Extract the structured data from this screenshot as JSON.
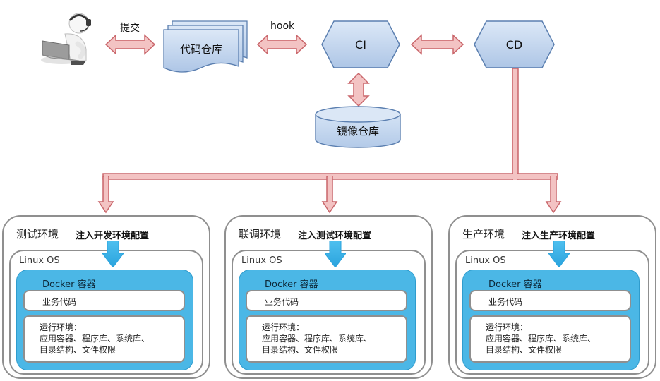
{
  "flow": {
    "commit_label": "提交",
    "hook_label": "hook",
    "code_repo": "代码仓库",
    "ci": "CI",
    "cd": "CD",
    "image_repo": "镜像仓库"
  },
  "environments": [
    {
      "title": "测试环境",
      "config": "注入开发环境配置",
      "os": "Linux OS",
      "docker": "Docker 容器",
      "business": "业务代码",
      "runtime": [
        "运行环境：",
        "应用容器、程序库、系统库、",
        "目录结构、文件权限"
      ]
    },
    {
      "title": "联调环境",
      "config": "注入测试环境配置",
      "os": "Linux OS",
      "docker": "Docker 容器",
      "business": "业务代码",
      "runtime": [
        "运行环境：",
        "应用容器、程序库、系统库、",
        "目录结构、文件权限"
      ]
    },
    {
      "title": "生产环境",
      "config": "注入生产环境配置",
      "os": "Linux OS",
      "docker": "Docker 容器",
      "business": "业务代码",
      "runtime": [
        "运行环境：",
        "应用容器、程序库、系统库、",
        "目录结构、文件权限"
      ]
    }
  ],
  "colors": {
    "arrow_fill": "#f3c3c3",
    "arrow_stroke": "#c9656a",
    "node_fill": "#c6d9f1",
    "node_stroke": "#5b7fb0",
    "docker_blue": "#4bb7e6",
    "panel_border": "#8f8f8f"
  }
}
